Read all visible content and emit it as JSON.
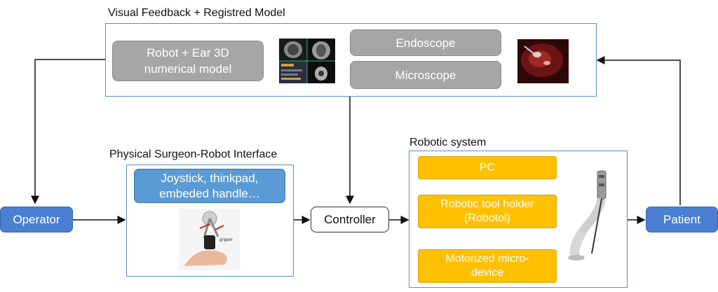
{
  "visual_feedback": {
    "title": "Visual Feedback + Registred Model",
    "model_box": "Robot + Ear 3D\nnumerical model",
    "endoscope": "Endoscope",
    "microscope": "Microscope",
    "ct_image_icon": "ct-scan-image",
    "surgical_image_icon": "endoscope-view-image"
  },
  "interface": {
    "title": "Physical Surgeon-Robot Interface",
    "devices": "Joystick, thinkpad,\nembeded handle…",
    "hand_image_icon": "haptic-device-photo"
  },
  "robotic_system": {
    "title": "Robotic system",
    "pc": "PC",
    "tool_holder": "Robotic tool holder\n(Robotol)",
    "micro_device": "Motorized micro-\ndevice",
    "robot_image_icon": "robot-arm-photo"
  },
  "nodes": {
    "operator": "Operator",
    "controller": "Controller",
    "patient": "Patient"
  },
  "colors": {
    "panel_border": "#5b8fc7",
    "node_blue": "#4a7fd1",
    "light_blue": "#5b9bd5",
    "orange": "#ffc000",
    "gray": "#a6a6a6"
  }
}
